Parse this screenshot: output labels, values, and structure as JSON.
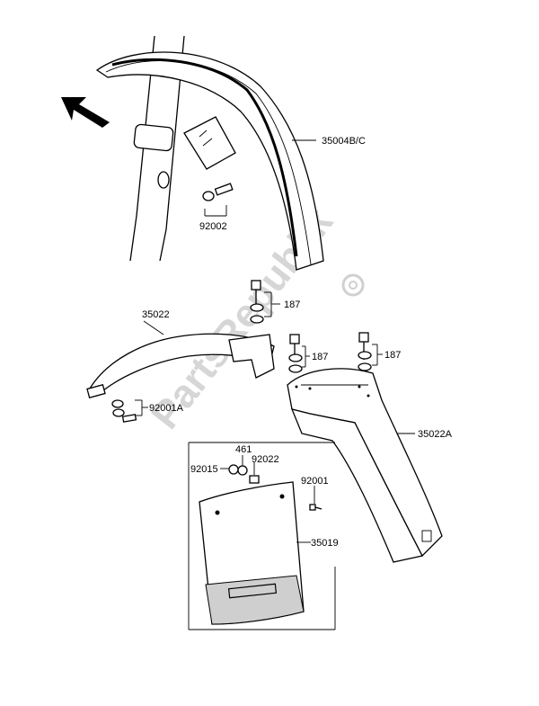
{
  "watermark": "PartsRepublik",
  "parts": [
    {
      "id": "front-fender",
      "label": "35004B/C"
    },
    {
      "id": "front-fender-bolt",
      "label": "92002"
    },
    {
      "id": "rear-fender-front",
      "label": "35022"
    },
    {
      "id": "bolt-upper",
      "label": "187"
    },
    {
      "id": "bolt-rear-left",
      "label": "187"
    },
    {
      "id": "bolt-rear-right",
      "label": "187"
    },
    {
      "id": "rear-fender-bolt",
      "label": "92001A"
    },
    {
      "id": "rear-fender",
      "label": "35022A"
    },
    {
      "id": "washer",
      "label": "461"
    },
    {
      "id": "collar",
      "label": "92022"
    },
    {
      "id": "nut",
      "label": "92015"
    },
    {
      "id": "flap-bolt",
      "label": "92001"
    },
    {
      "id": "mud-flap",
      "label": "35019"
    }
  ],
  "icons": {
    "arrow": "direction-arrow-icon",
    "gear": "gear-icon"
  }
}
